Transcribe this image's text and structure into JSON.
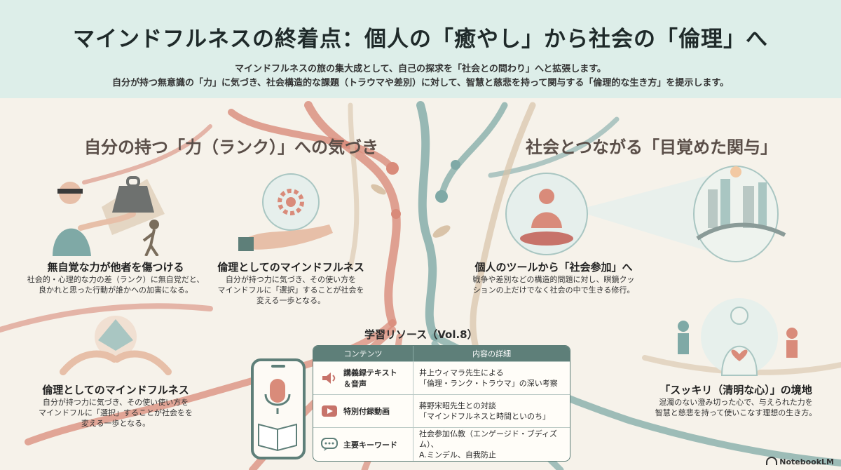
{
  "header": {
    "title": "マインドフルネスの終着点：個人の「癒やし」から社会の「倫理」へ",
    "subtitle_line1": "マインドフルネスの旅の集大成として、自己の探求を「社会との問わり」へと拡張します。",
    "subtitle_line2": "自分が持つ無意識の「力」に気づき、社会構造的な課題（トラウマや差別）に対して、智慧と慈悲を持って関与する「倫理的な生き方」を提示します。"
  },
  "left_section": {
    "title": "自分の持つ「力（ランク）」への気づき",
    "cards": [
      {
        "title": "無自覚な力が他者を傷つける",
        "text_line1": "社会的・心理的な力の差（ランク）に無自覚だと、",
        "text_line2": "良かれと思った行動が誰かへの加害になる。"
      },
      {
        "title": "倫理としてのマインドフルネス",
        "text_line1": "自分が持つ力に気づき、その使い方を",
        "text_line2": "マインドフルに「選択」することが社会を",
        "text_line3": "変える一歩となる。"
      },
      {
        "title": "倫理としてのマインドフルネス",
        "text_line1": "自分が持つ力に気づき、その使い使い方を",
        "text_line2": "マインドフルに「選択」することが社会をを",
        "text_line3": "変える一歩となる。"
      }
    ]
  },
  "right_section": {
    "title": "社会とつながる「目覚めた関与」",
    "cards": [
      {
        "title": "個人のツールから「社会参加」へ",
        "text_line1": "戦争や差別などの構造的問題に対し、瞑鏡クッ",
        "text_line2": "ションの上だけでなく社会の中で生きる修行。"
      },
      {
        "title": "「スッキリ（清明な心）」の境地",
        "text_line1": "混濁のない澄み切った心で、与えられた力を",
        "text_line2": "智慧と慈悲を持って使いこなす理想の生き方。"
      }
    ]
  },
  "resources": {
    "title": "学習リソース（Vol.8）",
    "col_content": "コンテンツ",
    "col_detail": "内容の詳細",
    "rows": [
      {
        "icon": "speaker-icon",
        "label_line1": "講義録テキスト",
        "label_line2": "＆音声",
        "detail_line1": "井上ウィマラ先生による",
        "detail_line2": "「倫理・ランク・トラウマ」の深い考察"
      },
      {
        "icon": "video-play-icon",
        "label_line1": "特別付録動画",
        "label_line2": "",
        "detail_line1": "蔣野宋昭先生との対談",
        "detail_line2": "「マインドフルネスと時間といのち」"
      },
      {
        "icon": "chat-bubble-icon",
        "label_line1": "主要キーワード",
        "label_line2": "",
        "detail_line1": "社会参加仏教（エンゲージド・ブディズム）、",
        "detail_line2": "A.ミンデル、自我防止"
      }
    ]
  },
  "brand": "NotebookLM",
  "colors": {
    "coral": "#d98b7a",
    "teal": "#7fa9a6",
    "sand": "#d9c3a8",
    "header_bg": "#ddeee9",
    "table_header": "#5e7f79"
  }
}
